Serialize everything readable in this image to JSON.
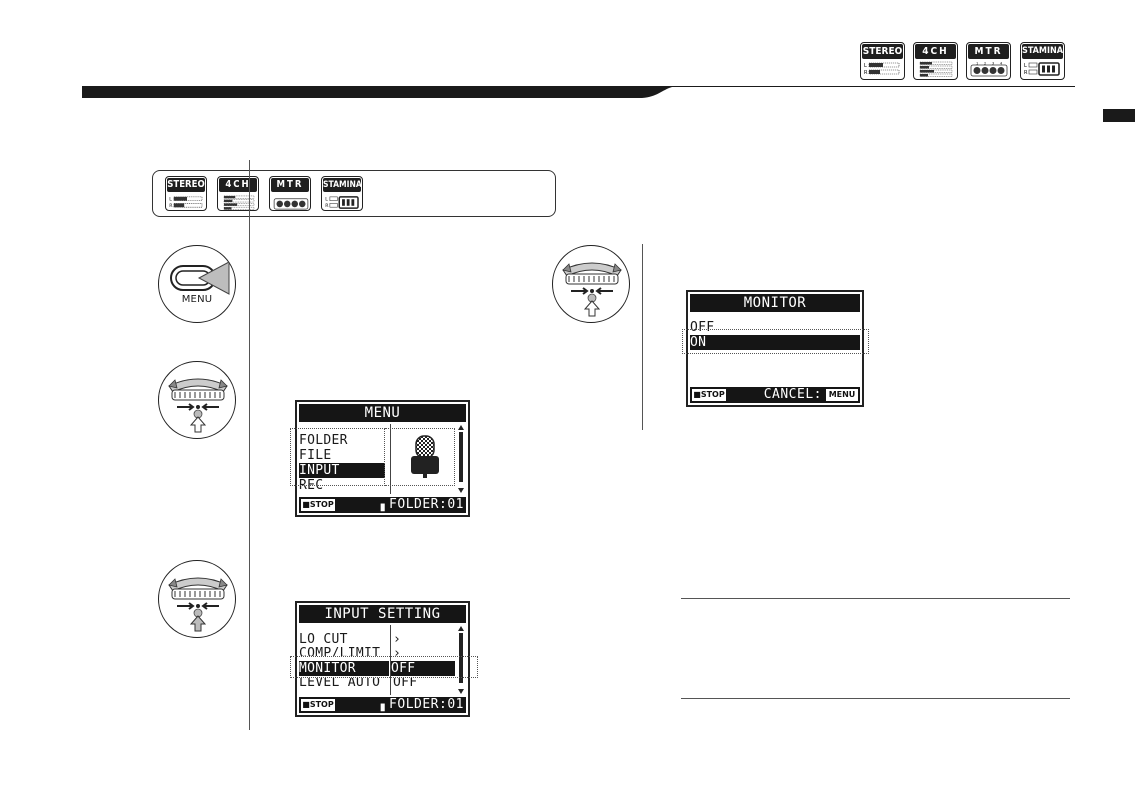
{
  "header_badges": [
    "STEREO",
    "4CH",
    "MTR",
    "STAMINA"
  ],
  "panel_badges": [
    "STEREO",
    "4CH",
    "MTR",
    "STAMINA"
  ],
  "menu_key_label": "MENU",
  "screen_menu": {
    "title": "MENU",
    "items": [
      "FOLDER",
      "FILE",
      "INPUT",
      "REC"
    ],
    "selected": "INPUT",
    "stop_label": "STOP",
    "folder_label": "FOLDER:01"
  },
  "screen_input_setting": {
    "title": "INPUT SETTING",
    "items": [
      {
        "label": "LO CUT",
        "value": "›"
      },
      {
        "label": "COMP/LIMIT",
        "value": "›"
      },
      {
        "label": "MONITOR",
        "value": "OFF"
      },
      {
        "label": "LEVEL AUTO",
        "value": "OFF"
      }
    ],
    "selected": "MONITOR",
    "stop_label": "STOP",
    "folder_label": "FOLDER:01"
  },
  "screen_monitor": {
    "title": "MONITOR",
    "items": [
      "OFF",
      "ON"
    ],
    "selected": "ON",
    "stop_label": "STOP",
    "cancel_label": "CANCEL:",
    "menu_label": "MENU"
  },
  "icons": {
    "menu_button": "menu-button-icon",
    "dial_turn": "dial-turn-icon",
    "dial_press": "dial-press-icon"
  },
  "colors": {
    "ink": "#1a1a1a",
    "paper": "#ffffff"
  }
}
